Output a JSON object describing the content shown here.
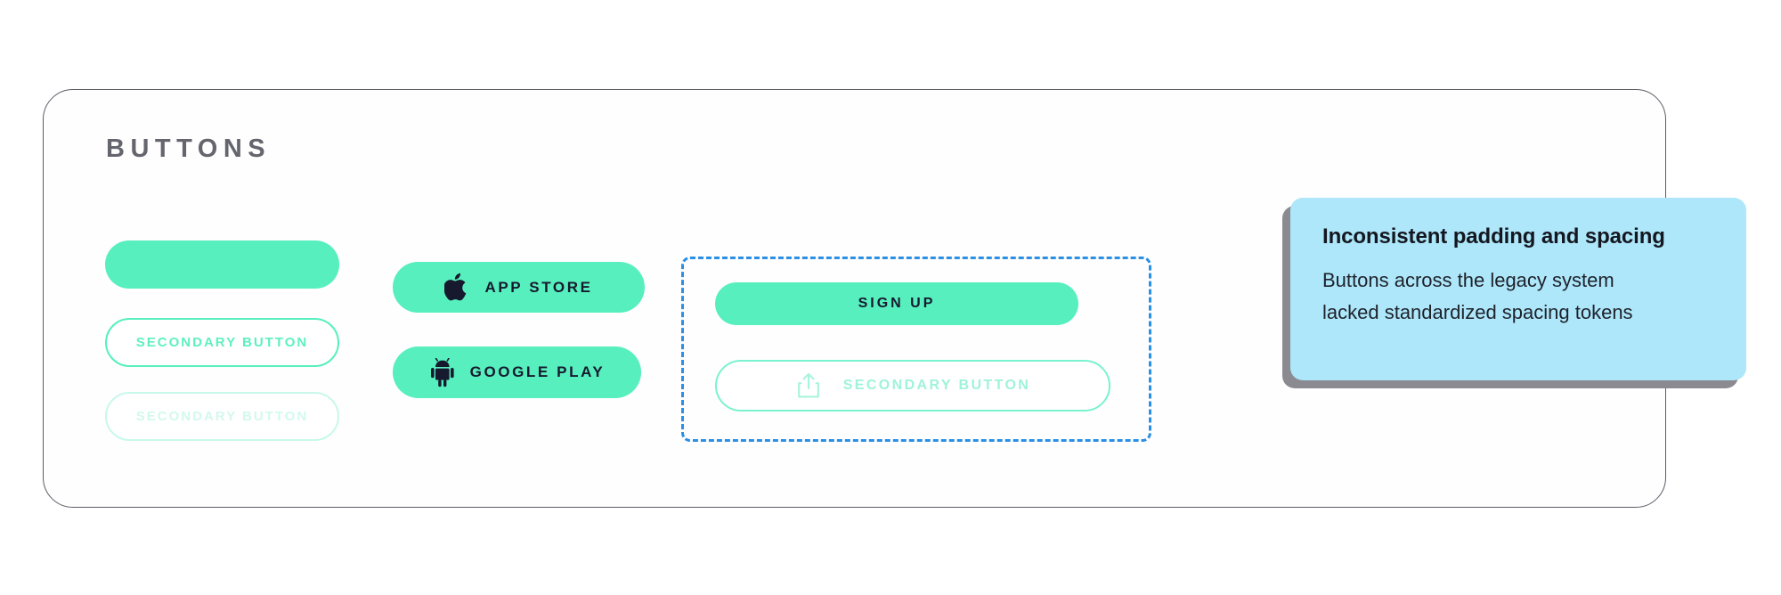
{
  "panel": {
    "title": "BUTTONS",
    "border_color": "#5c5c66",
    "background": "#fefeff"
  },
  "theme": {
    "mint": "#56efbd",
    "mint_faded": "#c8f8ea",
    "dark_navy": "#17192e",
    "dashed_blue": "#2b8fe3",
    "callout_blue": "#aee7fa",
    "shadow_gray": "#8a8a90",
    "heading_gray": "#65656d"
  },
  "groups": {
    "basic_column": {
      "name": "basic-buttons-column",
      "buttons": [
        {
          "name": "primary-button",
          "label": "",
          "style": "filled"
        },
        {
          "name": "secondary-button",
          "label": "SECONDARY BUTTON",
          "style": "outlined"
        },
        {
          "name": "secondary-button-disabled",
          "label": "SECONDARY BUTTON",
          "style": "outlined-faded"
        }
      ]
    },
    "store_column": {
      "name": "store-buttons-column",
      "buttons": [
        {
          "name": "app-store-button",
          "label": "APP STORE",
          "icon": "apple-icon"
        },
        {
          "name": "google-play-button",
          "label": "GOOGLE PLAY",
          "icon": "android-icon"
        }
      ]
    },
    "selection_group": {
      "name": "dashed-selection-group",
      "buttons": [
        {
          "name": "sign-up-button",
          "label": "SIGN UP",
          "style": "filled"
        },
        {
          "name": "secondary-share-button",
          "label": "SECONDARY BUTTON",
          "style": "outlined-faded",
          "icon": "share-icon"
        }
      ]
    }
  },
  "annotation": {
    "title": "Inconsistent padding and spacing",
    "body_line_1": "Buttons across the legacy system",
    "body_line_2": "lacked standardized spacing tokens"
  }
}
